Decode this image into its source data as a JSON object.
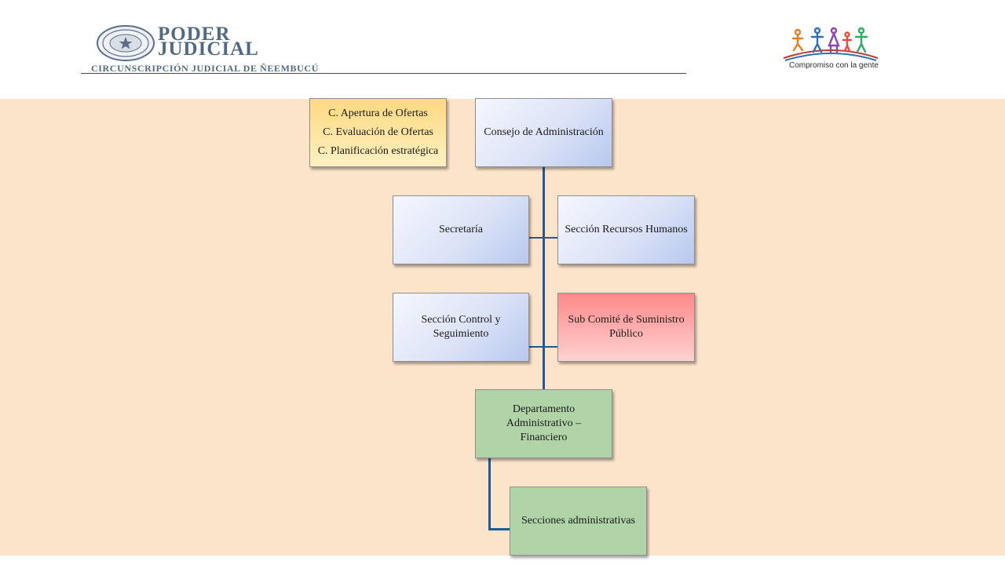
{
  "header": {
    "logo_line1": "PODER",
    "logo_line2": "JUDICIAL",
    "logo_subtitle": "CIRCUNSCRIPCIÓN JUDICIAL DE ÑEEMBUCÚ",
    "right_logo_tagline": "Compromiso con la gente"
  },
  "org": {
    "committees": [
      "C. Apertura de Ofertas",
      "C. Evaluación de Ofertas",
      "C. Planificación estratégica"
    ],
    "council": "Consejo de Administración",
    "secretary": "Secretaría",
    "hr": "Sección Recursos Humanos",
    "control": "Sección Control y Seguimiento",
    "subcommittee": "Sub Comité de Suministro Público",
    "department": "Departamento Administrativo – Financiero",
    "sections": "Secciones administrativas"
  },
  "colors": {
    "background": "#fce4cb",
    "connector": "#1f5a96",
    "blue_box": "#b7c8ef",
    "green_box": "#b0d4a8",
    "red_box": "#ff8989",
    "yellow_box": "#fed980",
    "logo_text": "#4f6b82"
  }
}
